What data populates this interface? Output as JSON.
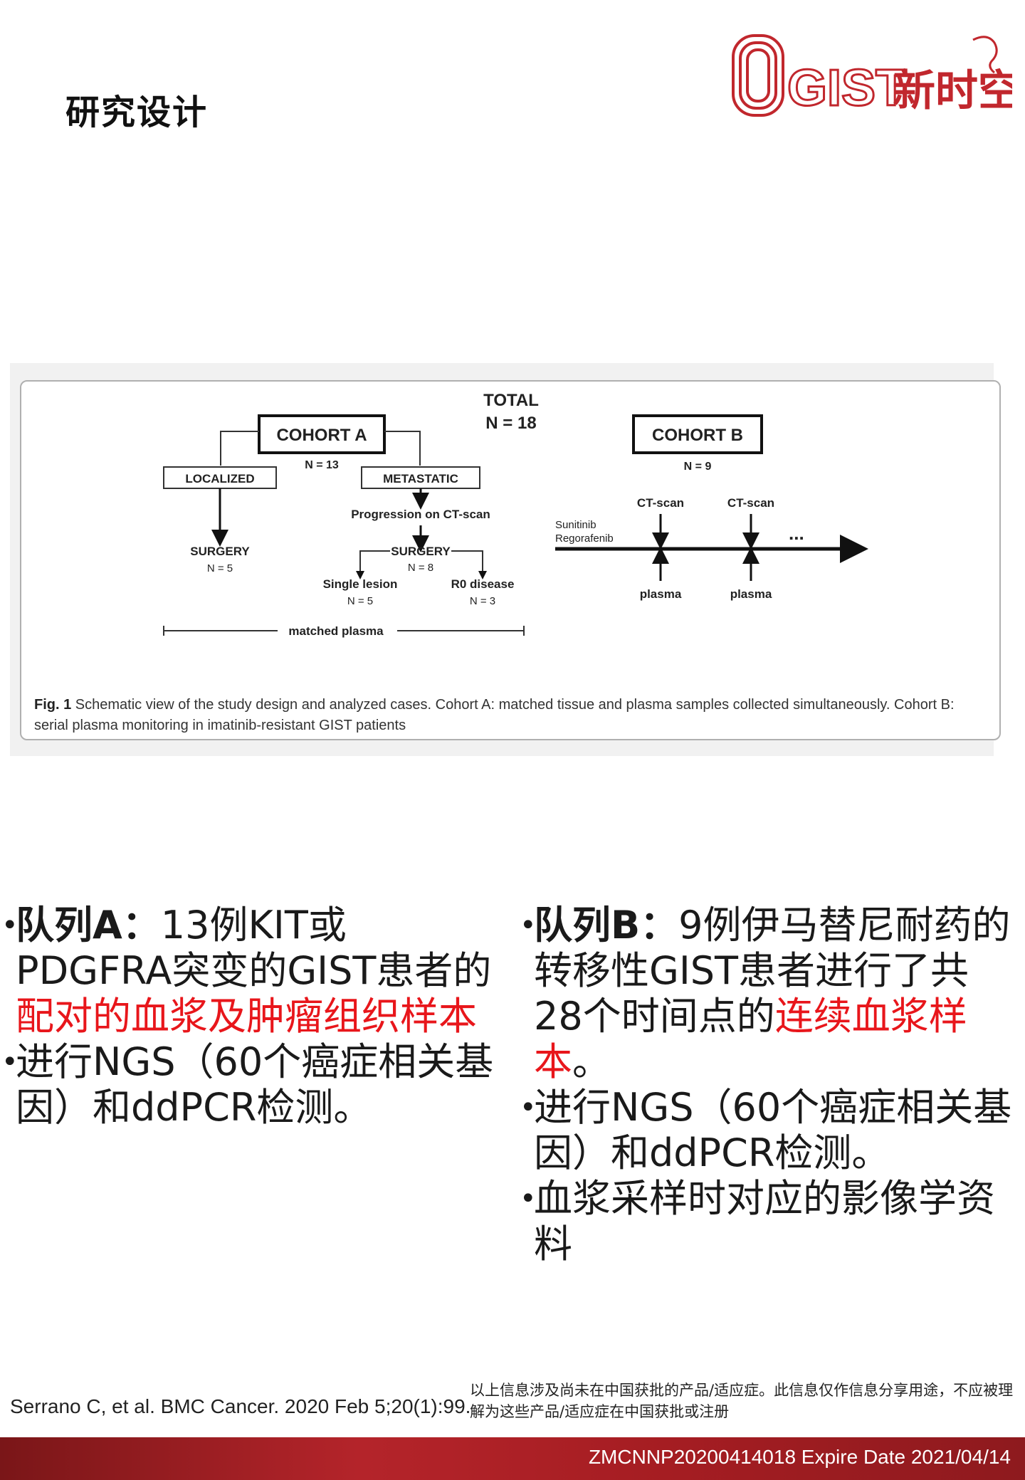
{
  "title": "研究设计",
  "logo": {
    "letters": "GIST",
    "cn": "新时空",
    "color": "#c1272d"
  },
  "figure": {
    "total": "TOTAL",
    "total_n": "N = 18",
    "cohort_a": "COHORT A",
    "cohort_a_n": "N = 13",
    "cohort_b": "COHORT B",
    "cohort_b_n": "N = 9",
    "localized": "LOCALIZED",
    "metastatic": "METASTATIC",
    "progression": "Progression on CT-scan",
    "surgery_left": "SURGERY",
    "surgery_left_n": "N = 5",
    "surgery_mid": "SURGERY",
    "surgery_mid_n": "N = 8",
    "single_lesion": "Single lesion",
    "single_lesion_n": "N = 5",
    "r0_disease": "R0 disease",
    "r0_disease_n": "N = 3",
    "matched_plasma": "matched plasma",
    "drugs_line1": "Sunitinib",
    "drugs_line2": "Regorafenib",
    "ct_scan_1": "CT-scan",
    "ct_scan_2": "CT-scan",
    "plasma_1": "plasma",
    "plasma_2": "plasma",
    "ellipsis": "...",
    "caption_label": "Fig. 1",
    "caption_text": " Schematic view of the study design and analyzed cases. Cohort A: matched tissue and plasma samples collected simultaneously. Cohort B: serial plasma monitoring in imatinib-resistant GIST patients"
  },
  "cohort_a_text": {
    "b1_label": "队列A",
    "b1_colon": "：",
    "b1_text": "13例KIT或PDGFRA突变的GIST患者的",
    "b1_red": "配对的血浆及肿瘤组织样本",
    "b2_text": "进行NGS（60个癌症相关基因）和ddPCR检测。"
  },
  "cohort_b_text": {
    "b1_label": "队列B",
    "b1_colon": "：",
    "b1_text": "9例伊马替尼耐药的转移性GIST患者进行了共28个时间点的",
    "b1_red": "连续血浆样本",
    "b1_end": "。",
    "b2_text": "进行NGS（60个癌症相关基因）和ddPCR检测。",
    "b3_text": "血浆采样时对应的影像学资料"
  },
  "bullet_char": "•",
  "reference": "Serrano C, et al. BMC Cancer. 2020 Feb 5;20(1):99.",
  "disclaimer": "以上信息涉及尚未在中国获批的产品/适应症。此信息仅作信息分享用途，不应被理解为这些产品/适应症在中国获批或注册",
  "footer": "ZMCNNP20200414018 Expire Date 2021/04/14"
}
